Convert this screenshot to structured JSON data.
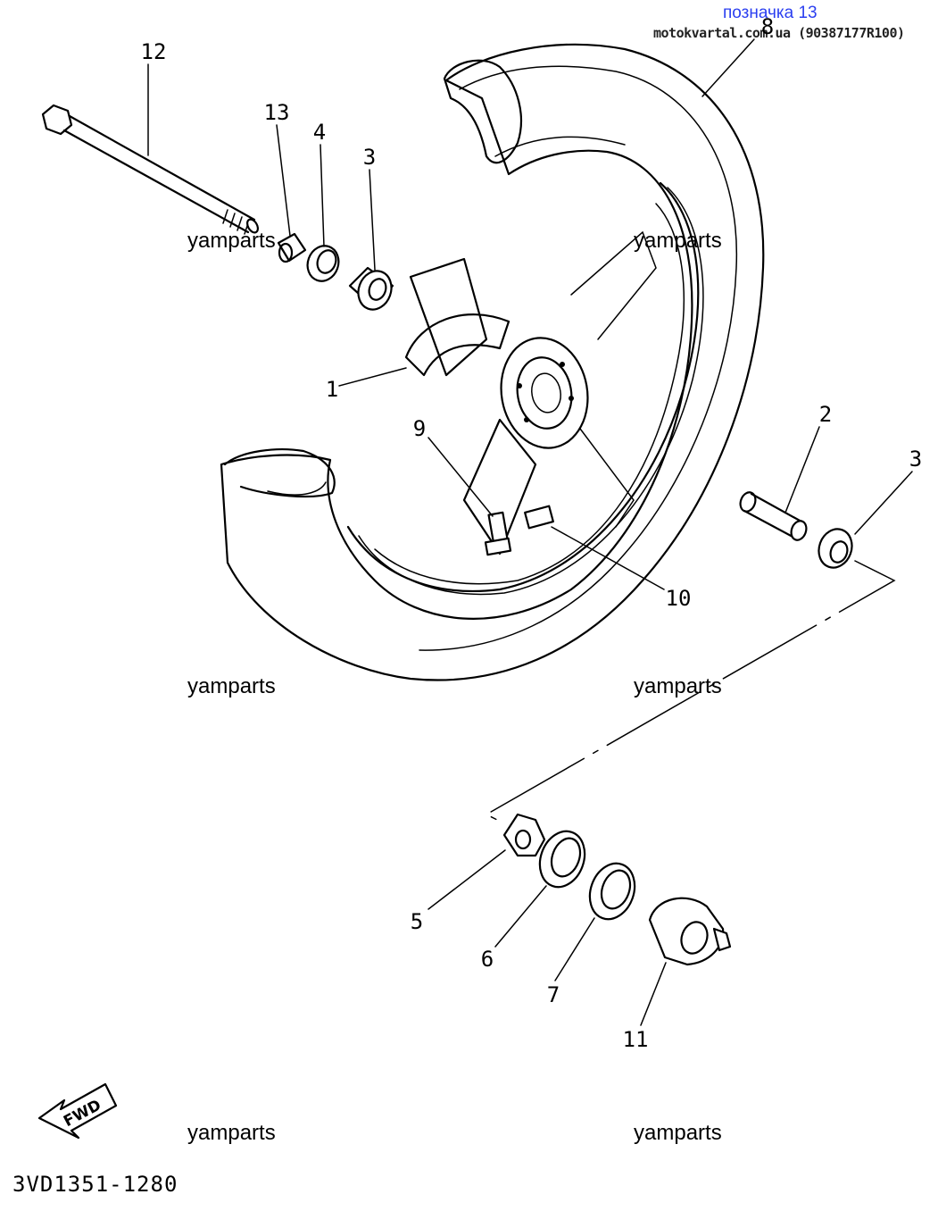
{
  "header": {
    "tag_label": "позначка 13",
    "site_ref": "motokvartal.com.ua (90387177R100)"
  },
  "watermark_text": "yamparts",
  "diagram_code": "3VD1351-1280",
  "fwd_label": "FWD",
  "parts": {
    "p1": "1",
    "p2": "2",
    "p3a": "3",
    "p3b": "3",
    "p4": "4",
    "p5": "5",
    "p6": "6",
    "p7": "7",
    "p8": "8",
    "p9": "9",
    "p10": "10",
    "p11": "11",
    "p12": "12",
    "p13": "13"
  }
}
